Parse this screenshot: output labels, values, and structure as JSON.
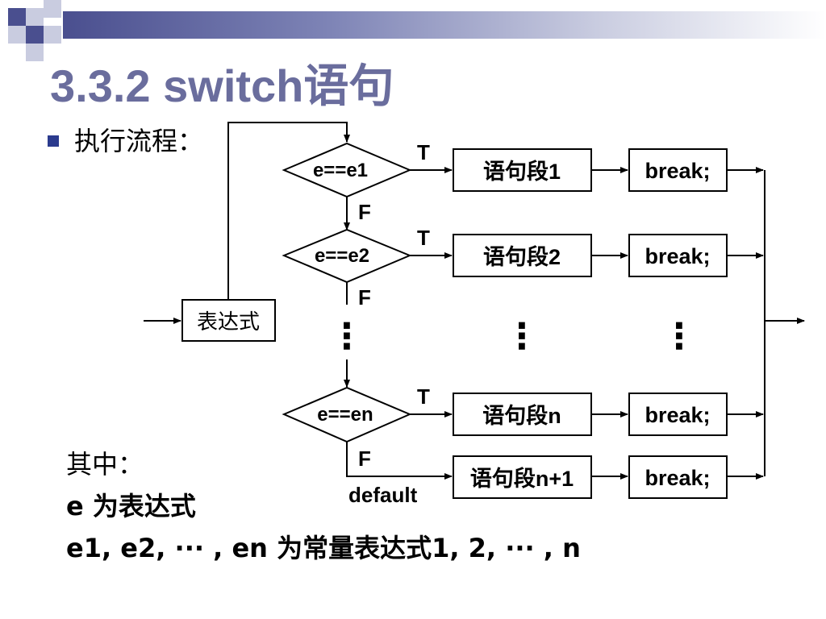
{
  "slide": {
    "title": "3.3.2 switch语句",
    "bullet": "执行流程："
  },
  "diagram": {
    "expression_box": "表达式",
    "conditions": [
      "e==e1",
      "e==e2",
      "e==en"
    ],
    "true_label": "T",
    "false_label": "F",
    "statements": [
      "语句段1",
      "语句段2",
      "语句段n",
      "语句段n+1"
    ],
    "break_label": "break;",
    "default_label": "default",
    "ellipsis": "⋮"
  },
  "notes": {
    "line1": "其中：",
    "line2": "e 为表达式",
    "line3": "e1, e2, ··· , en 为常量表达式1, 2, ··· , n"
  },
  "colors": {
    "title": "#6a6d9d",
    "bullet": "#2b3b8e",
    "decor_dark": "#4a4f8f",
    "decor_light": "#c9cce0"
  }
}
